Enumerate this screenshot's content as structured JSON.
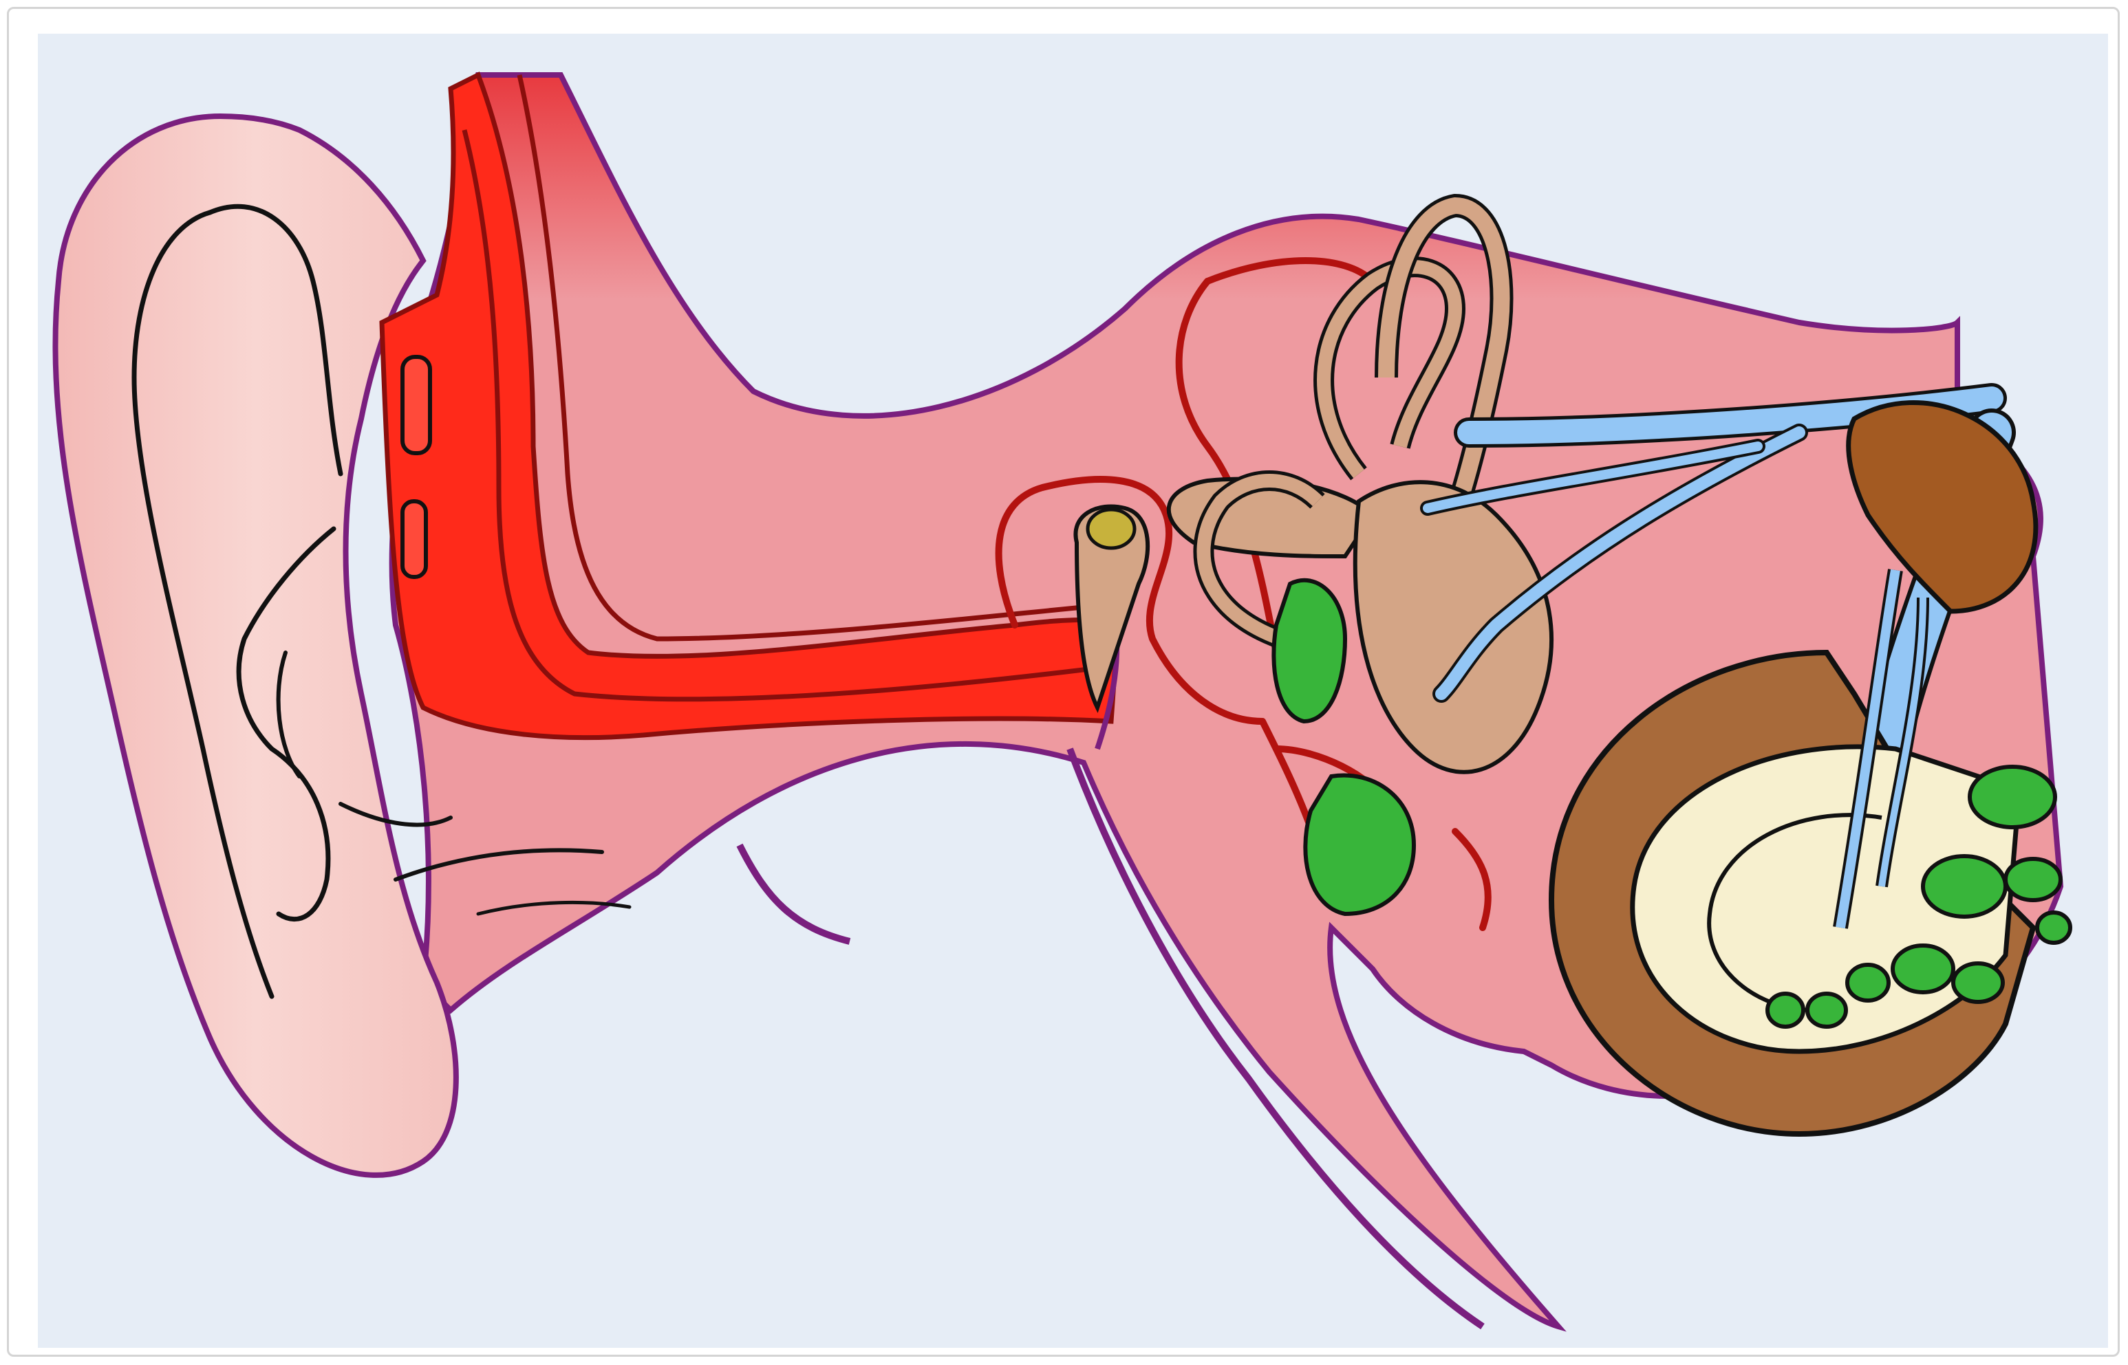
{
  "diagram": {
    "colors": {
      "background": "#e6edf6",
      "pinna": "#f6c9c5",
      "skin_edge": "#7a1f7e",
      "tissue": "#ee9aa0",
      "tissue_dark": "#d7464c",
      "canal_red": "#ff2a1a",
      "vessel": "#b3120f",
      "ossicle": "#d4a586",
      "fluid": "#38b53a",
      "nerve": "#93c6f5",
      "cochlea_bone": "#a86a3a",
      "cochlea_inner": "#f7f0cf"
    },
    "parts": [
      {
        "id": "pinna",
        "icon": "ear-outline"
      },
      {
        "id": "ear-canal",
        "icon": "tube"
      },
      {
        "id": "eardrum",
        "icon": "membrane"
      },
      {
        "id": "ossicles",
        "icon": "bones"
      },
      {
        "id": "semicircular-canals",
        "icon": "loops"
      },
      {
        "id": "auditory-nerve",
        "icon": "nerve-fibers"
      },
      {
        "id": "cochlea",
        "icon": "spiral"
      },
      {
        "id": "eustachian-tube",
        "icon": "tube"
      }
    ]
  }
}
